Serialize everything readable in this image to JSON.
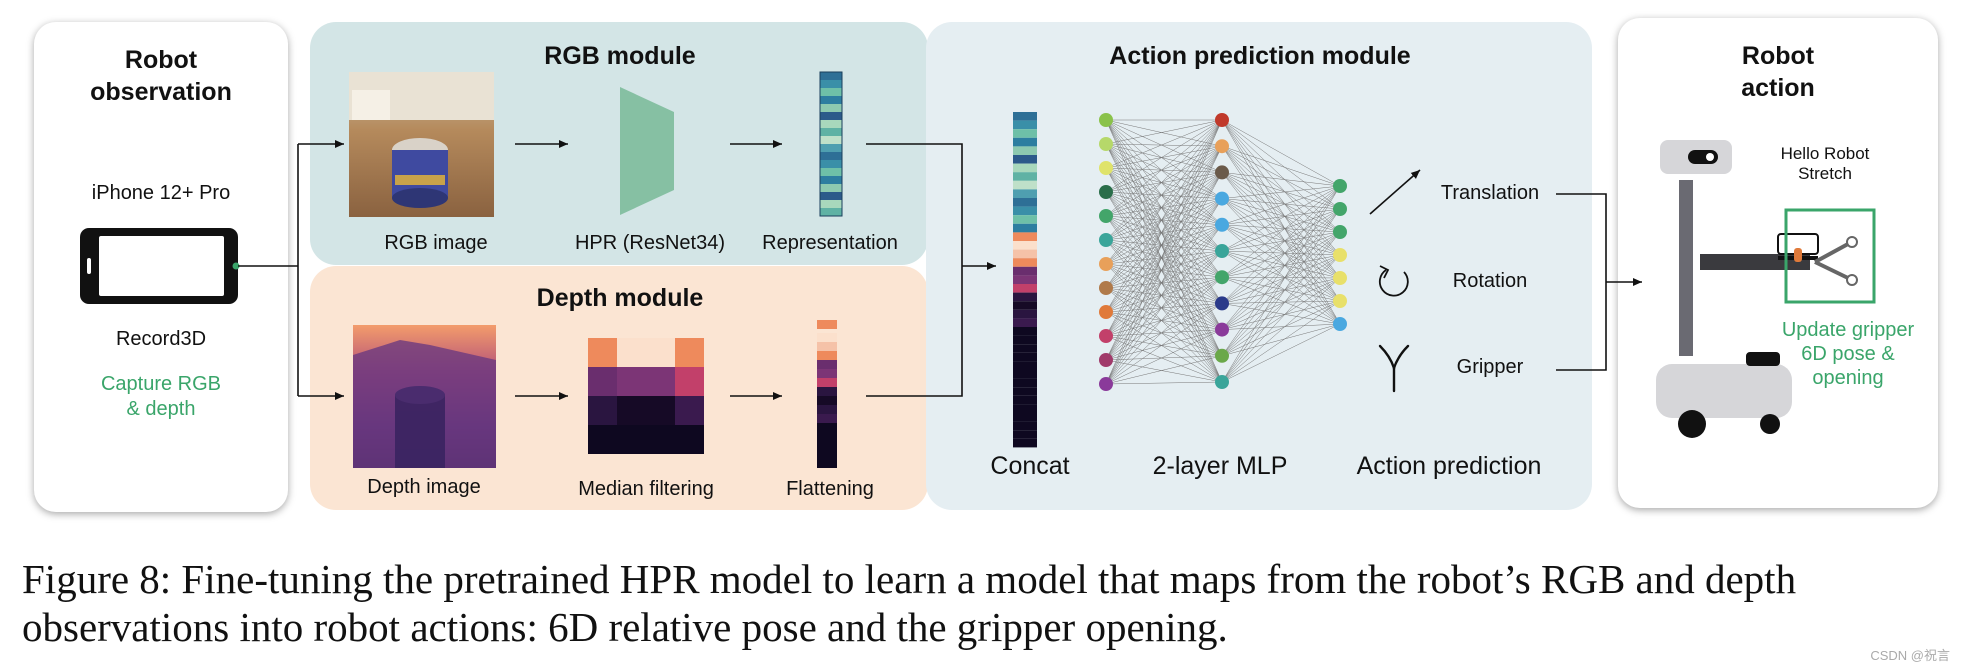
{
  "observation": {
    "title": "Robot\nobservation",
    "device": "iPhone 12+ Pro",
    "app": "Record3D",
    "capture": "Capture RGB\n& depth"
  },
  "rgb_module": {
    "title": "RGB module",
    "image_label": "RGB image",
    "encoder_label": "HPR (ResNet34)",
    "output_label": "Representation"
  },
  "depth_module": {
    "title": "Depth module",
    "image_label": "Depth image",
    "filter_label": "Median filtering",
    "output_label": "Flattening"
  },
  "action_module": {
    "title": "Action prediction module",
    "concat_label": "Concat",
    "mlp_label": "2-layer MLP",
    "prediction_label": "Action prediction",
    "outputs": [
      "Translation",
      "Rotation",
      "Gripper"
    ]
  },
  "robot_action": {
    "title": "Robot\naction",
    "robot_name": "Hello Robot\nStretch",
    "update": "Update gripper\n6D pose &\nopening"
  },
  "caption": "Figure 8: Fine-tuning the pretrained HPR model to learn a model that maps from the robot’s RGB and depth observations into robot actions: 6D relative pose and the gripper opening.",
  "watermark": "CSDN @祝言",
  "colors": {
    "rgb_bg": "#d3e5e6",
    "depth_bg": "#fbe5d3",
    "action_bg": "#e5eef2",
    "encoder": "#86c0a3",
    "green_text": "#3aa56a"
  }
}
